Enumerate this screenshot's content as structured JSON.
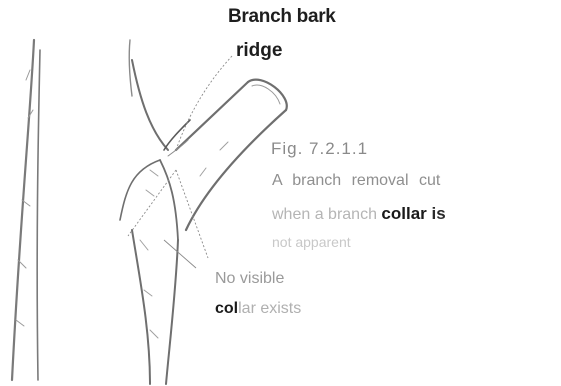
{
  "labels": {
    "branch_bark_line1": "Branch bark",
    "branch_bark_line2": "ridge",
    "no_visible_line1": "No visible",
    "no_visible_col": "col",
    "no_visible_rest": "lar exists"
  },
  "caption": {
    "fig_number": "Fig. 7.2.1.1",
    "line1": "A branch removal cut",
    "line2_pre": "when a branch ",
    "line2_bold": "collar",
    "line2_post": " is",
    "line3": "not apparent"
  },
  "colors": {
    "bark_stroke": "#6f6f6f",
    "label_dark": "#1e1e1e",
    "caption_light": "#9a9a9a"
  }
}
